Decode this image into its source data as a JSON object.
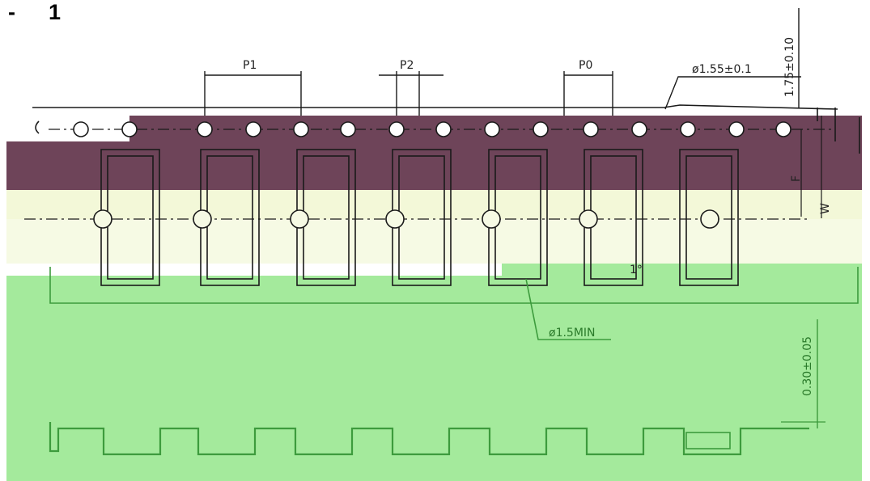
{
  "heading": {
    "dash": "-",
    "number": "1"
  },
  "labels": {
    "p1": "P1",
    "p2": "P2",
    "p0": "P0",
    "hole_dia": "ø1.55±0.1",
    "edge_dist": "1.75±0.10",
    "f": "F",
    "w": "W",
    "pocket_hole": "ø1.5MIN",
    "thickness": "0.30±0.05",
    "angle": "1°"
  },
  "colors": {
    "band_purple": "#6e4459",
    "band_cream": "#f3f8d8",
    "band_lightcream": "#f6fae4",
    "band_green": "#a4ea9c",
    "green_line": "#3d9b3d",
    "dark_line": "#1a1a1a"
  }
}
